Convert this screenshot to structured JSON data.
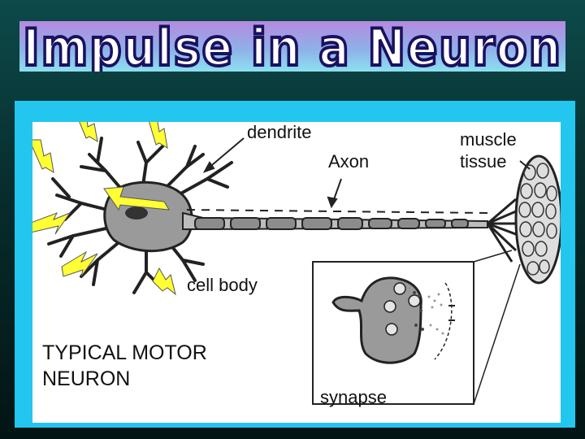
{
  "title": "Impulse in a Neuron",
  "labels": {
    "dendrite": "dendrite",
    "axon": "Axon",
    "muscle_tissue": "muscle\ntissue",
    "cell_body": "cell body",
    "synapse": "synapse",
    "diagram_caption": "TYPICAL MOTOR\nNEURON"
  },
  "colors": {
    "background": "#0a3c3c",
    "title_band_top": "#b58ae0",
    "title_band_bottom": "#8ce0f0",
    "title_text": "#1a1060",
    "frame": "#22c6ee",
    "lightning": "#ffff33"
  },
  "icons": [
    "lightning-bolt-icon"
  ]
}
